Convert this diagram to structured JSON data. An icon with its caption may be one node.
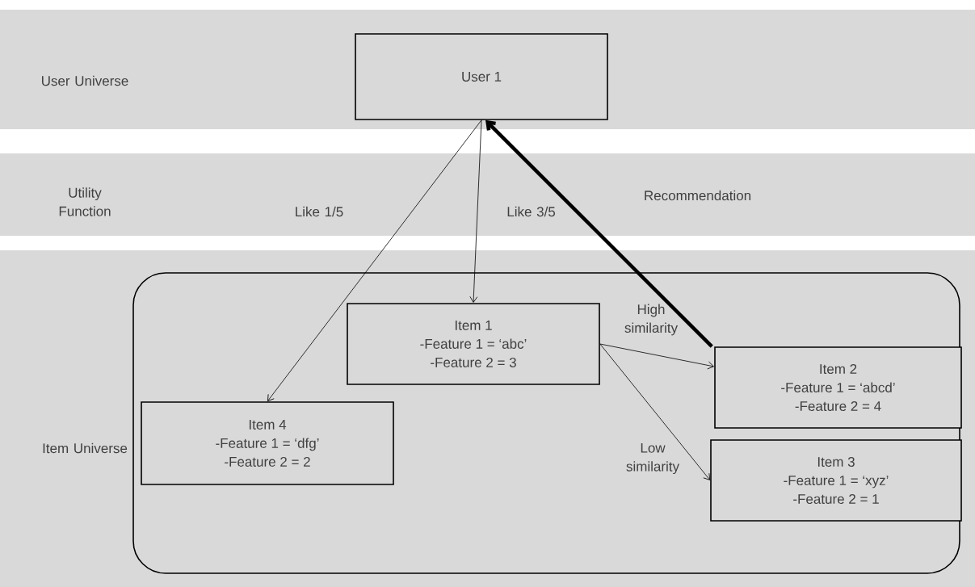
{
  "diagram": {
    "nodes": [
      {
        "text": [
          "User 1"
        ]
      },
      {
        "text": [],
        "shape": "box"
      },
      {
        "text": [
          "Item 1",
          "-Feature 1 = ‘abc’",
          "-Feature 2 = 3"
        ],
        "in": 1
      },
      {
        "text": [
          "Item 2",
          "-Feature 1 = ‘abcd’",
          "-Feature 2 = 4"
        ],
        "in": 1
      },
      {
        "text": [
          "Item 4",
          "-Feature 1 = ‘dfg’",
          "-Feature 2 = 2"
        ],
        "in": 1
      },
      {
        "text": [
          "Item 3",
          "-Feature 1 = ‘xyz’",
          "-Feature 2 = 1"
        ],
        "in": 1
      }
    ],
    "edges": [
      {
        "from": 0,
        "to": 4,
        "arrow": "to",
        "label": "Like 1/5"
      },
      {
        "from": 0,
        "to": 2,
        "arrow": "to",
        "label": "Like 3/5"
      },
      {
        "from": 2,
        "to": 3,
        "arrow": "to",
        "label": "High similarity"
      },
      {
        "from": 2,
        "to": 5,
        "arrow": "to",
        "label": "Low similarity"
      },
      {
        "from": 3,
        "to": 0,
        "arrow": "to",
        "label": "Recommendation",
        "style": "thick"
      }
    ],
    "labels": [
      "User Universe",
      "Utility Function",
      "Item Universe"
    ]
  }
}
